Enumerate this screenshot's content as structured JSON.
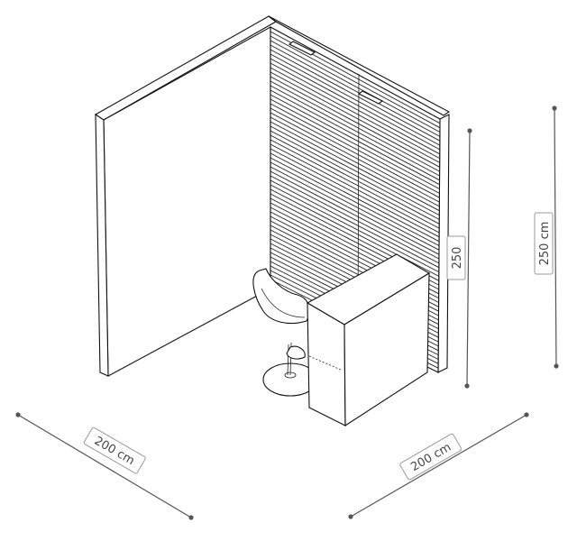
{
  "dimensions": {
    "left_width": "200 cm",
    "right_width": "200 cm",
    "height_outer": "250 cm",
    "height_inner": "250"
  },
  "colors": {
    "line": "#111111",
    "dimension": "#555555",
    "label_border": "#999999",
    "background": "#ffffff"
  }
}
